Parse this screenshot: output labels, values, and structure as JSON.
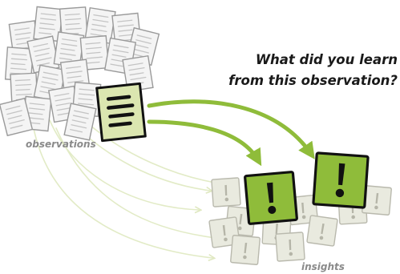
{
  "question": {
    "line1": "What did you learn",
    "line2": "from this observation?"
  },
  "labels": {
    "observations": "observations",
    "insights": "insights"
  },
  "colors": {
    "accent_green": "#8fbc3a",
    "pale_green": "#dde8b8",
    "paper_fill": "#f3f3f3",
    "paper_stroke": "#9a9a9a",
    "ink": "#111111",
    "label_gray": "#8a8a8a"
  },
  "icons": {
    "observation_pile": "document-pile-icon",
    "highlighted_observation": "document-lines-icon",
    "insight_card": "exclamation-card-icon"
  }
}
